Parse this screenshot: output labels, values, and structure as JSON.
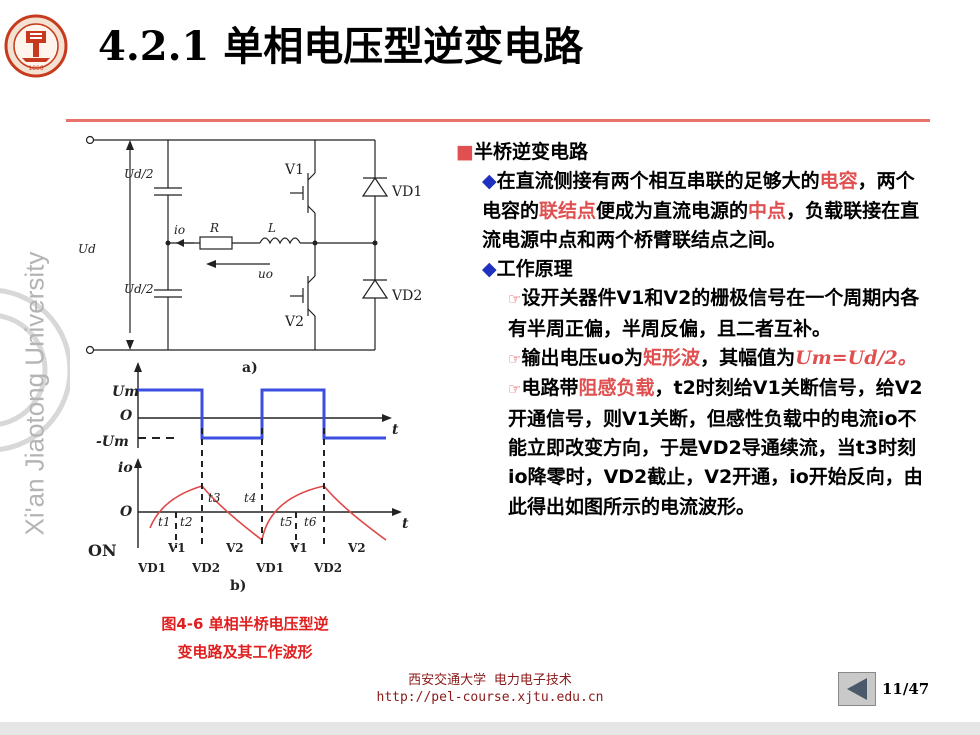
{
  "slide": {
    "title": "4.2.1 单相电压型逆变电路",
    "page": "11/47",
    "footer_brand_cn": "西安交通大学 电力电子技术",
    "footer_url": "http://pel-course.xjtu.edu.cn",
    "watermark": "Xi'an Jiaotong University",
    "logo_year": "1896",
    "caption_lines": [
      "图4-6 单相半桥电压型逆",
      "变电路及其工作波形"
    ]
  },
  "figure_a": {
    "label": "a)",
    "ud_half": "Ud/2",
    "ud": "Ud",
    "v1": "V1",
    "v2": "V2",
    "vd1": "VD1",
    "vd2": "VD2",
    "io": "io",
    "r": "R",
    "l": "L",
    "uo": "uo"
  },
  "figure_b": {
    "label": "b)",
    "t": "t",
    "um": "Um",
    "neg_um": "-Um",
    "o": "O",
    "on_label": "ON",
    "times": [
      "t1",
      "t2",
      "t3",
      "t4",
      "t5",
      "t6"
    ],
    "on_sequence": [
      "V1",
      "V2",
      "V1",
      "V2"
    ],
    "vd_sequence": [
      "VD1",
      "VD2",
      "VD1",
      "VD2"
    ]
  },
  "text": {
    "h1": "半桥逆变电路",
    "p1_a": "在直流侧接有两个相互串联的足够大的",
    "p1_b": "电容",
    "p1_c": "，两个电容的",
    "p1_d": "联结点",
    "p1_e": "便成为直流电源的",
    "p1_f": "中点",
    "p1_g": "，负载联接在直流电源中点和两个桥臂联结点之间。",
    "h2": "工作原理",
    "p2": "设开关器件V1和V2的栅极信号在一个周期内各有半周正偏，半周反偏，且二者互补。",
    "p3_a": "输出电压uo为",
    "p3_b": "矩形波",
    "p3_c": "，其幅值为",
    "p3_d": "Um=Ud/2。",
    "p4_a": "电路带",
    "p4_b": "阻感负载",
    "p4_c": "，t2时刻给V1关断信号，给V2开通信号，则V1关断，但感性负载中的电流io不能立即改变方向，于是VD2导通续流，当t3时刻io降零时，VD2截止，V2开通，io开始反向，由此得出如图所示的电流波形。"
  },
  "colors": {
    "accent_red": "#e05050",
    "rule": "#e8736a",
    "wave_blue": "#3a4fe0",
    "current_red": "#e04848",
    "bullet_blue": "#2030c0"
  }
}
